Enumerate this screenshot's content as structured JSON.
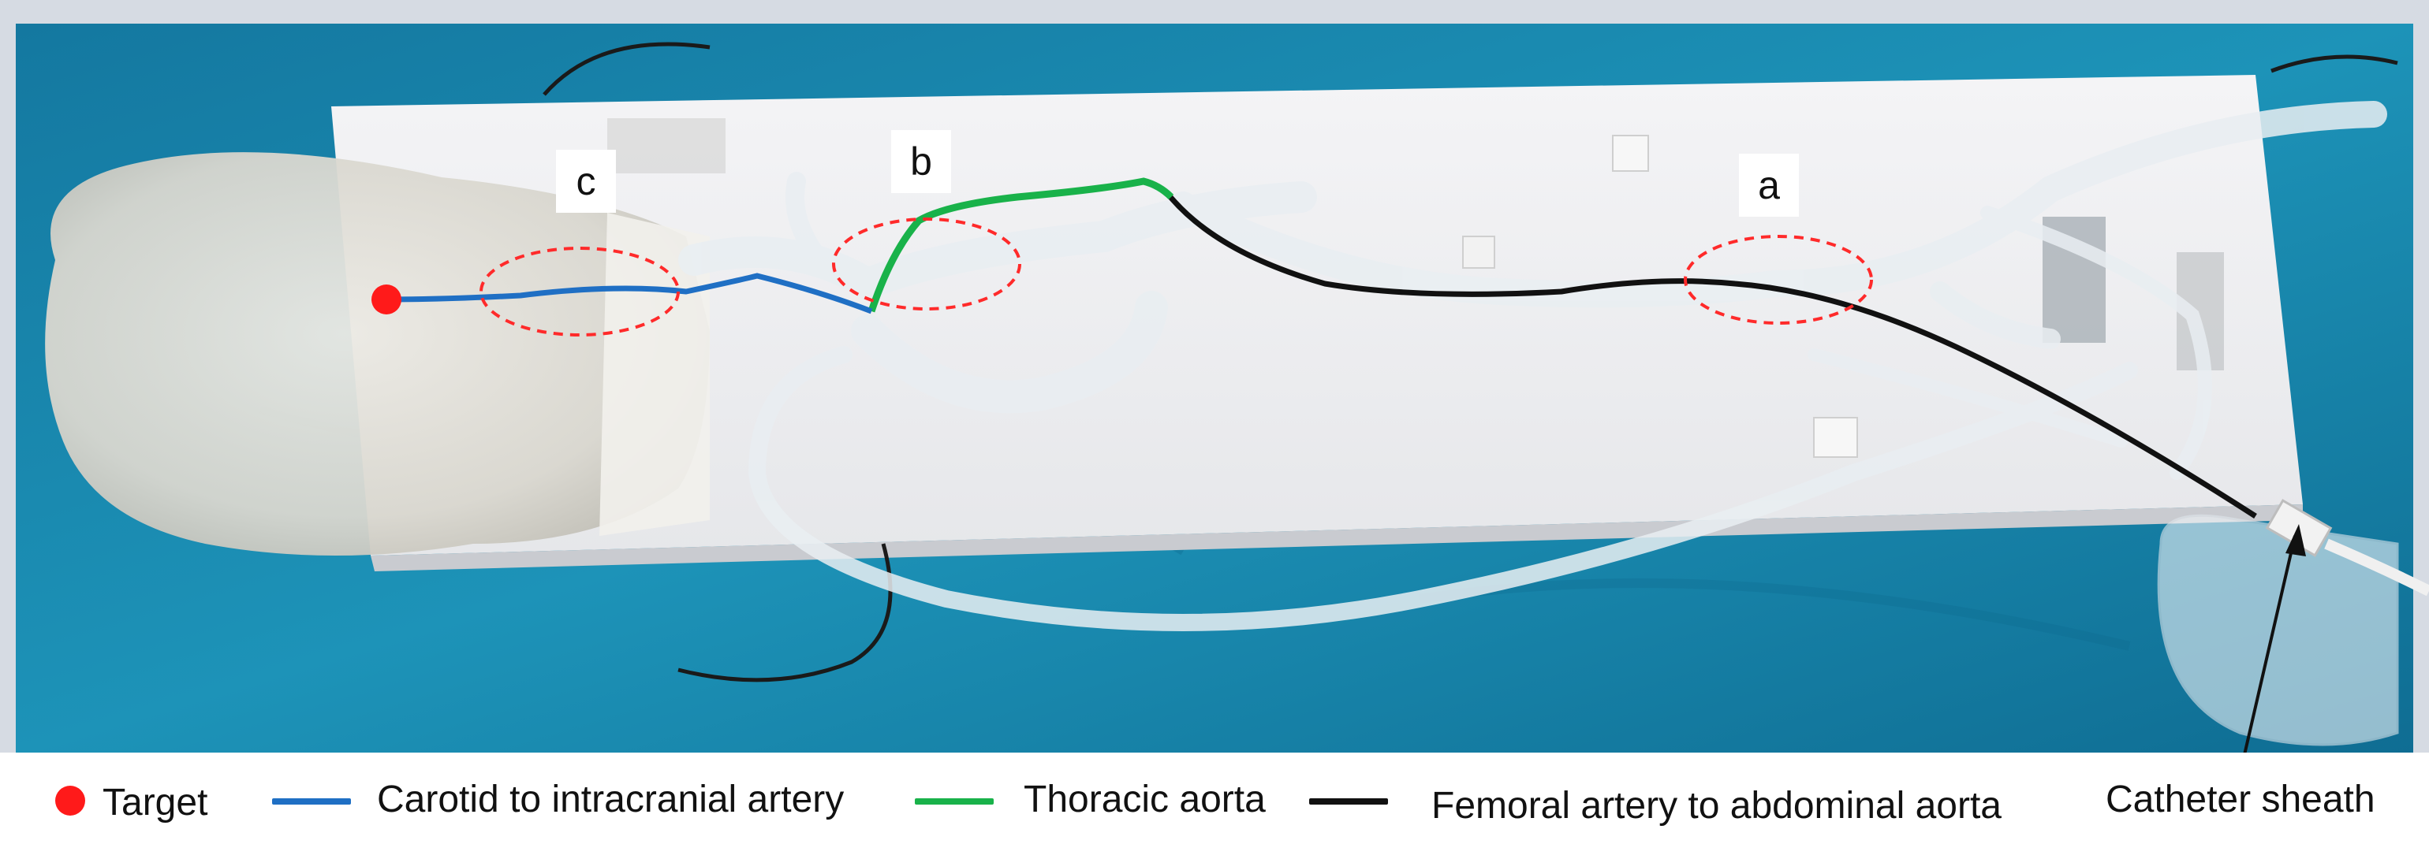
{
  "labels": {
    "a": "a",
    "b": "b",
    "c": "c"
  },
  "legend": {
    "target": "Target",
    "carotid": "Carotid to intracranial artery",
    "thoracic": "Thoracic aorta",
    "femoral": "Femoral artery to abdominal aorta",
    "sheath": "Catheter sheath"
  },
  "colors": {
    "target": "#ff1a1a",
    "carotid": "#1f6fc4",
    "thoracic": "#19b24a",
    "femoral": "#111111",
    "ellipse": "#ff2a2a",
    "drape": "#1d8fb0",
    "board": "#f1f1f3"
  }
}
